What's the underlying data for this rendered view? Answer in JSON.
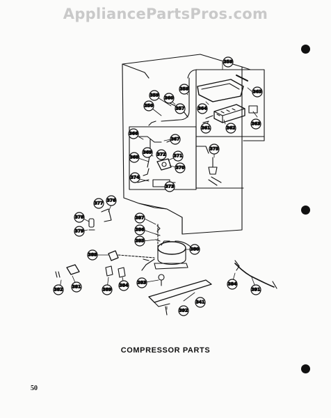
{
  "watermark": "AppliancePartsPros.com",
  "title": "COMPRESSOR PARTS",
  "page_number": "50",
  "callouts": [
    {
      "id": "c358",
      "label": "358"
    },
    {
      "id": "c359",
      "label": "359"
    },
    {
      "id": "c360",
      "label": "360"
    },
    {
      "id": "c361",
      "label": "361"
    },
    {
      "id": "c362",
      "label": "362"
    },
    {
      "id": "c363",
      "label": "363"
    },
    {
      "id": "c364",
      "label": "364"
    },
    {
      "id": "c365",
      "label": "365"
    },
    {
      "id": "c366",
      "label": "366"
    },
    {
      "id": "c367",
      "label": "367"
    },
    {
      "id": "c368",
      "label": "368"
    },
    {
      "id": "c369",
      "label": "369"
    },
    {
      "id": "c350",
      "label": "350"
    },
    {
      "id": "c357",
      "label": "357"
    },
    {
      "id": "c371",
      "label": "371"
    },
    {
      "id": "c372",
      "label": "372"
    },
    {
      "id": "c373",
      "label": "373"
    },
    {
      "id": "c370",
      "label": "370"
    },
    {
      "id": "c374",
      "label": "374"
    },
    {
      "id": "c375",
      "label": "375"
    },
    {
      "id": "c377",
      "label": "377"
    },
    {
      "id": "c376",
      "label": "376"
    },
    {
      "id": "c378",
      "label": "378"
    },
    {
      "id": "c379",
      "label": "379"
    },
    {
      "id": "c387",
      "label": "387"
    },
    {
      "id": "c386",
      "label": "386"
    },
    {
      "id": "c385",
      "label": "385"
    },
    {
      "id": "c380",
      "label": "380"
    },
    {
      "id": "c388",
      "label": "388"
    },
    {
      "id": "c382",
      "label": "382"
    },
    {
      "id": "c381",
      "label": "381"
    },
    {
      "id": "c389",
      "label": "389"
    },
    {
      "id": "c384a",
      "label": "384"
    },
    {
      "id": "c383",
      "label": "383"
    },
    {
      "id": "c341",
      "label": "341"
    },
    {
      "id": "c392",
      "label": "392"
    },
    {
      "id": "c384b",
      "label": "384"
    },
    {
      "id": "c391",
      "label": "391"
    }
  ]
}
